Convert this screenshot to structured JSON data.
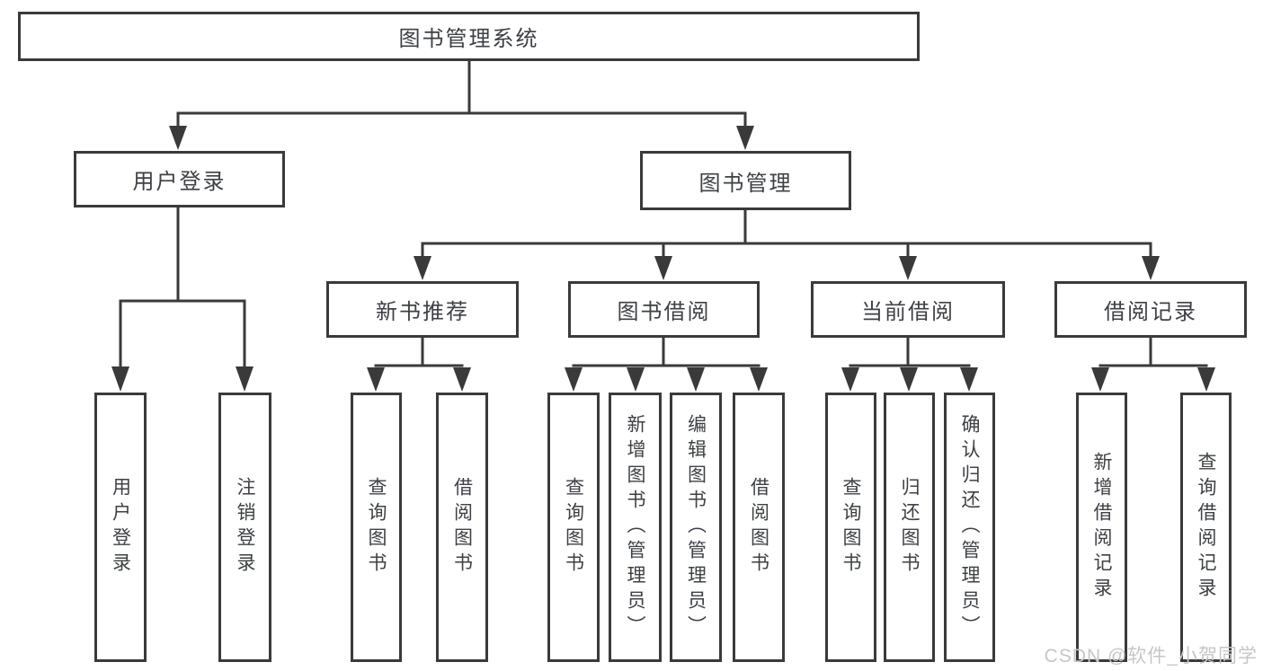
{
  "diagram": {
    "root": {
      "label": "图书管理系统"
    },
    "level2": [
      {
        "label": "用户登录"
      },
      {
        "label": "图书管理"
      }
    ],
    "level3": [
      {
        "label": "新书推荐"
      },
      {
        "label": "图书借阅"
      },
      {
        "label": "当前借阅"
      },
      {
        "label": "借阅记录"
      }
    ],
    "leaves": {
      "user_login": [
        "用户登录",
        "注销登录"
      ],
      "new_book": [
        "查询图书",
        "借阅图书"
      ],
      "book_borrow": [
        "查询图书",
        "新增图书（管理员）",
        "编辑图书（管理员）",
        "借阅图书"
      ],
      "current_borrow": [
        "查询图书",
        "归还图书",
        "确认归还（管理员）"
      ],
      "borrow_record": [
        "新增借阅记录",
        "查询借阅记录"
      ]
    },
    "colors": {
      "line": "#3a3a3a",
      "text": "#3e4045",
      "watermark": "#c8c5c5"
    }
  },
  "watermark": {
    "text": "CSDN @软件_小贺同学"
  }
}
